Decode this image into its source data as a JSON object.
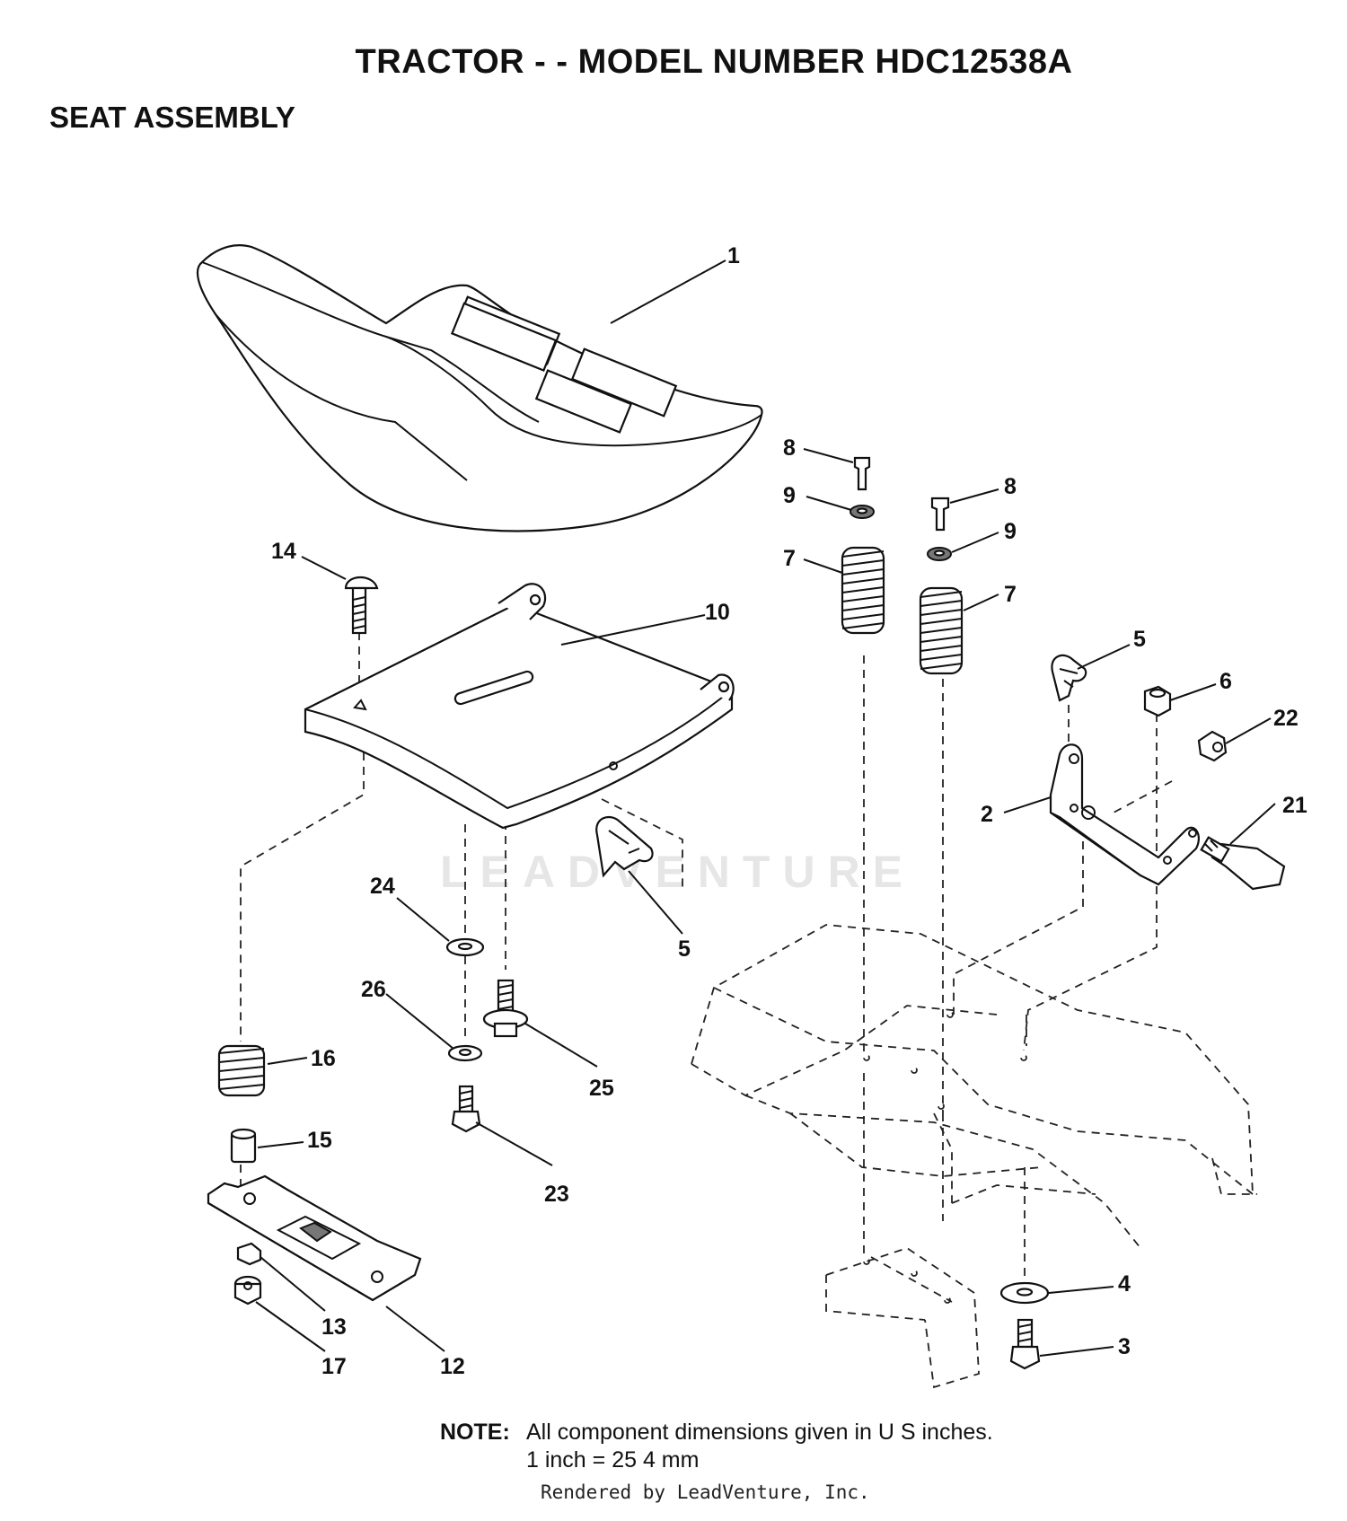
{
  "header": {
    "title": "TRACTOR - - MODEL NUMBER HDC12538A",
    "subtitle": "SEAT ASSEMBLY"
  },
  "callouts": [
    {
      "id": "c1",
      "label": "1"
    },
    {
      "id": "c2",
      "label": "2"
    },
    {
      "id": "c3",
      "label": "3"
    },
    {
      "id": "c4",
      "label": "4"
    },
    {
      "id": "c5a",
      "label": "5"
    },
    {
      "id": "c5b",
      "label": "5"
    },
    {
      "id": "c6",
      "label": "6"
    },
    {
      "id": "c7a",
      "label": "7"
    },
    {
      "id": "c7b",
      "label": "7"
    },
    {
      "id": "c8a",
      "label": "8"
    },
    {
      "id": "c8b",
      "label": "8"
    },
    {
      "id": "c9a",
      "label": "9"
    },
    {
      "id": "c9b",
      "label": "9"
    },
    {
      "id": "c10",
      "label": "10"
    },
    {
      "id": "c12",
      "label": "12"
    },
    {
      "id": "c13",
      "label": "13"
    },
    {
      "id": "c14",
      "label": "14"
    },
    {
      "id": "c15",
      "label": "15"
    },
    {
      "id": "c16",
      "label": "16"
    },
    {
      "id": "c17",
      "label": "17"
    },
    {
      "id": "c21",
      "label": "21"
    },
    {
      "id": "c22",
      "label": "22"
    },
    {
      "id": "c23",
      "label": "23"
    },
    {
      "id": "c24",
      "label": "24"
    },
    {
      "id": "c25",
      "label": "25"
    },
    {
      "id": "c26",
      "label": "26"
    }
  ],
  "watermark": "LEADVENTURE",
  "note": {
    "label": "NOTE:",
    "line1": "All component dimensions given in U S  inches.",
    "line2": "1 inch = 25 4 mm"
  },
  "credit": "Rendered by LeadVenture, Inc."
}
